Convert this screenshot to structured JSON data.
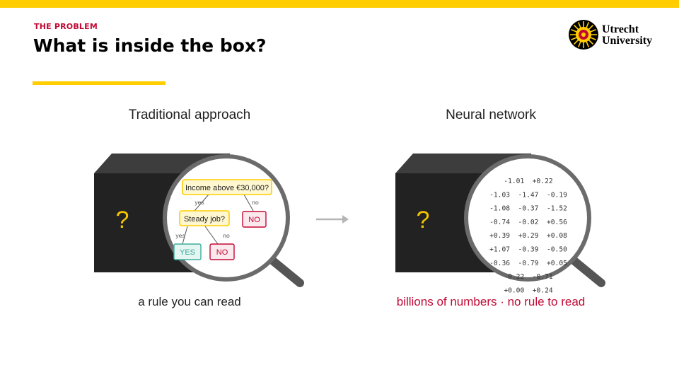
{
  "header": {
    "kicker": "THE PROBLEM",
    "title": "What is inside the box?"
  },
  "logo": {
    "line1": "Utrecht",
    "line2": "University"
  },
  "left": {
    "heading": "Traditional approach",
    "question_mark": "?",
    "caption": "a rule you can read",
    "tree": {
      "root": "Income above €30,000?",
      "yes_label": "yes",
      "no_label": "no",
      "mid": "Steady job?",
      "leaf_no_1": "NO",
      "leaf_yes": "YES",
      "leaf_no_2": "NO"
    }
  },
  "right": {
    "heading": "Neural network",
    "question_mark": "?",
    "caption": "billions of numbers  ·  no rule to read",
    "weights": [
      "-1.01  +0.22",
      "-1.03  -1.47  -0.19",
      "-1.08  -0.37  -1.52",
      "-0.74  -0.02  +0.56",
      "+0.39  +0.29  +0.08",
      "+1.07  -0.39  -0.50",
      "-0.36  -0.79  +0.05",
      "-0.22  -0.71",
      "+0.00  +0.24"
    ]
  },
  "colors": {
    "accent_yellow": "#ffcd00",
    "brand_red": "#c00a35",
    "box_black": "#222222",
    "question_yellow": "#f5c400",
    "yes_green": "#3cae9c",
    "no_red": "#c00a35"
  }
}
